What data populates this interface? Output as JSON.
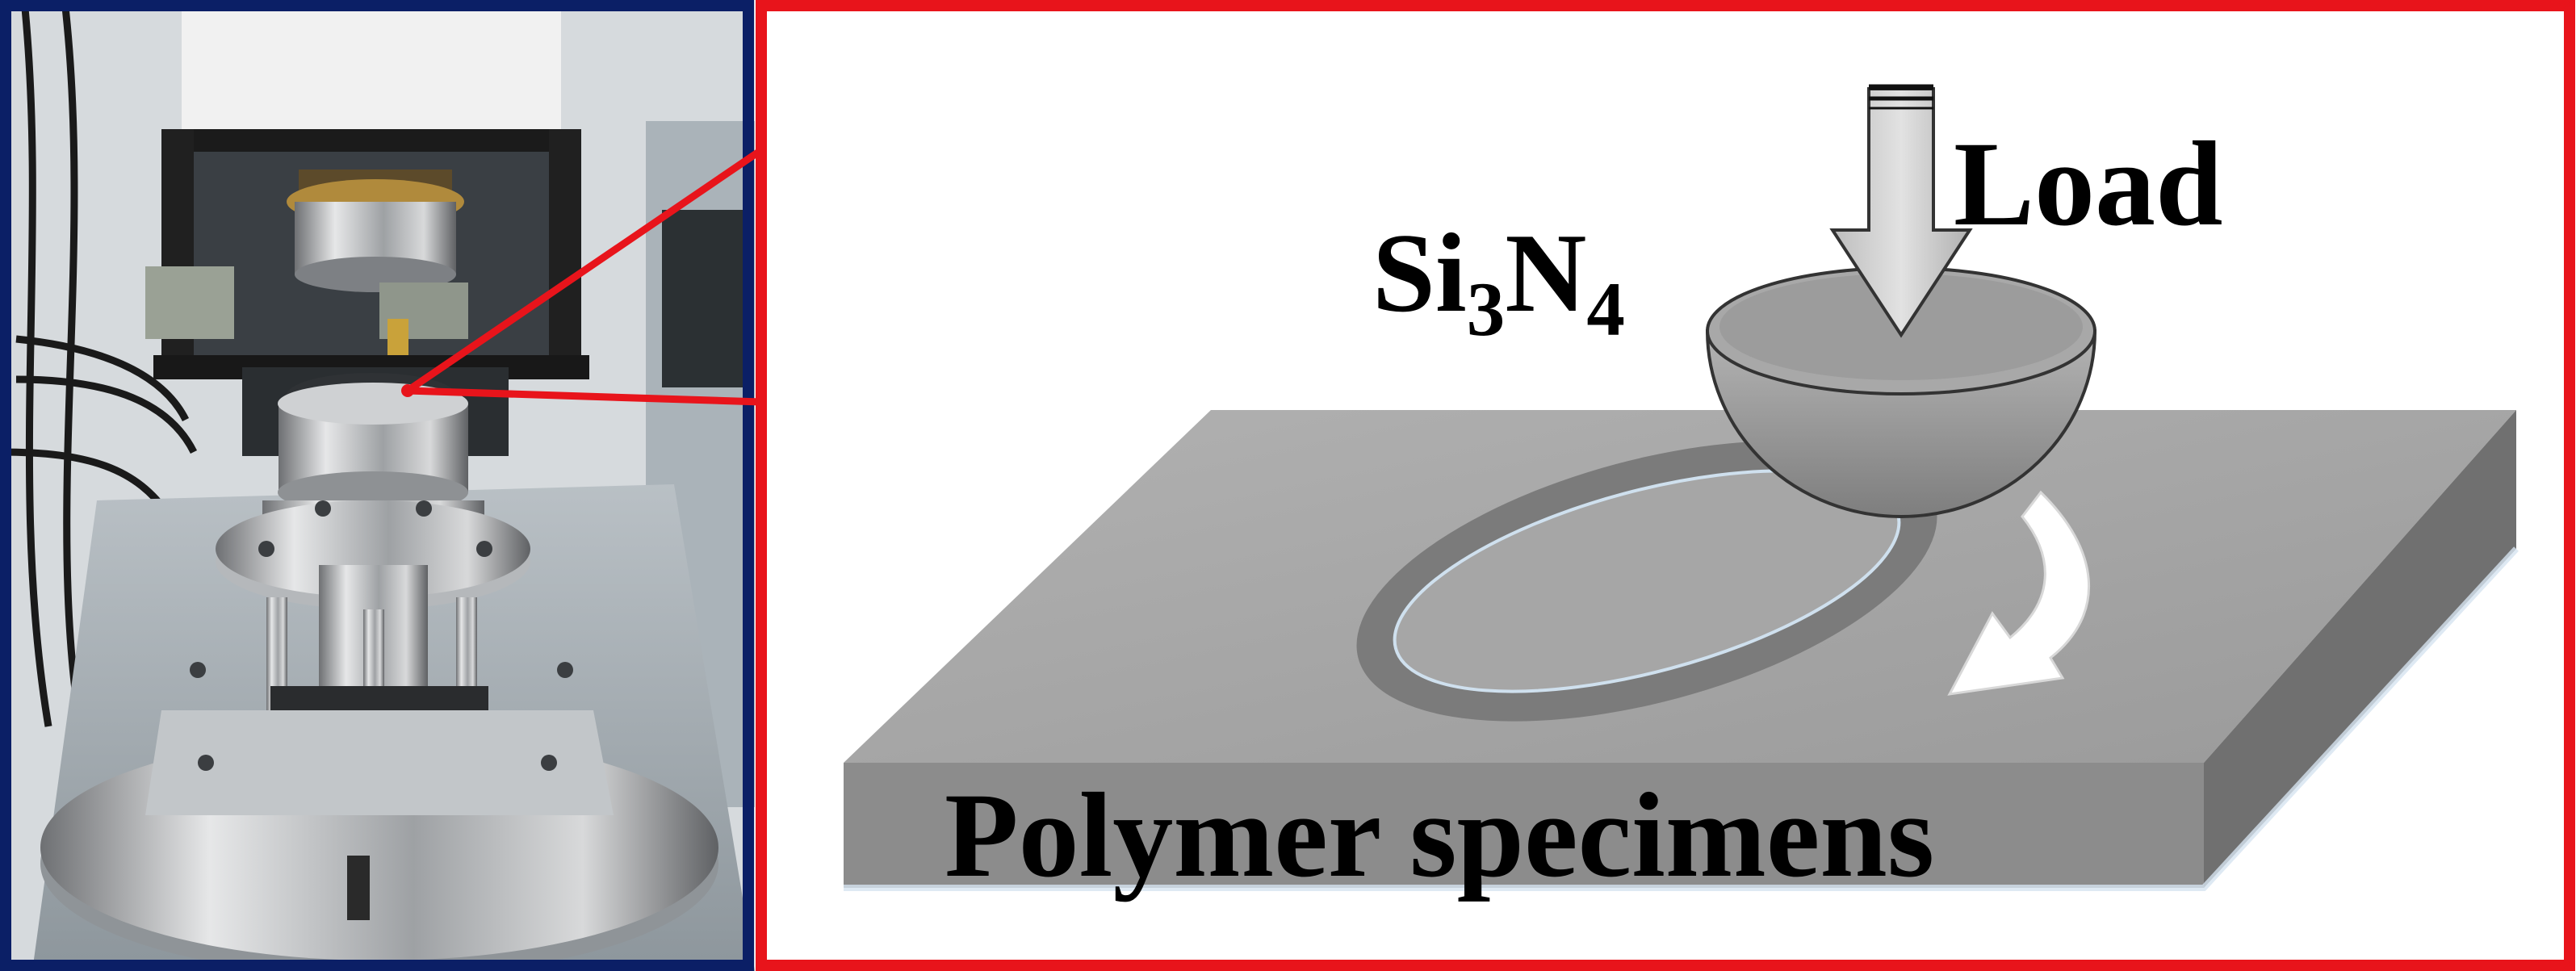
{
  "photo_panel": {
    "border_color": "#0b1f66",
    "content": "photograph of ball-on-disc tribometer (test apparatus)"
  },
  "schematic_panel": {
    "border_color": "#e8141b",
    "labels": {
      "load": "Load",
      "ball_material": {
        "base1": "Si",
        "sub1": "3",
        "base2": "N",
        "sub2": "4"
      },
      "specimen": "Polymer specimens"
    }
  },
  "callout_color": "#e8141b",
  "colors": {
    "plate_top": "#a3a3a3",
    "plate_front": "#8a8a8a",
    "plate_side": "#6e6e6e",
    "wear_track": "#7a7a7a",
    "ball": "#9a9a9a",
    "arrow": "#c8c8c8"
  }
}
